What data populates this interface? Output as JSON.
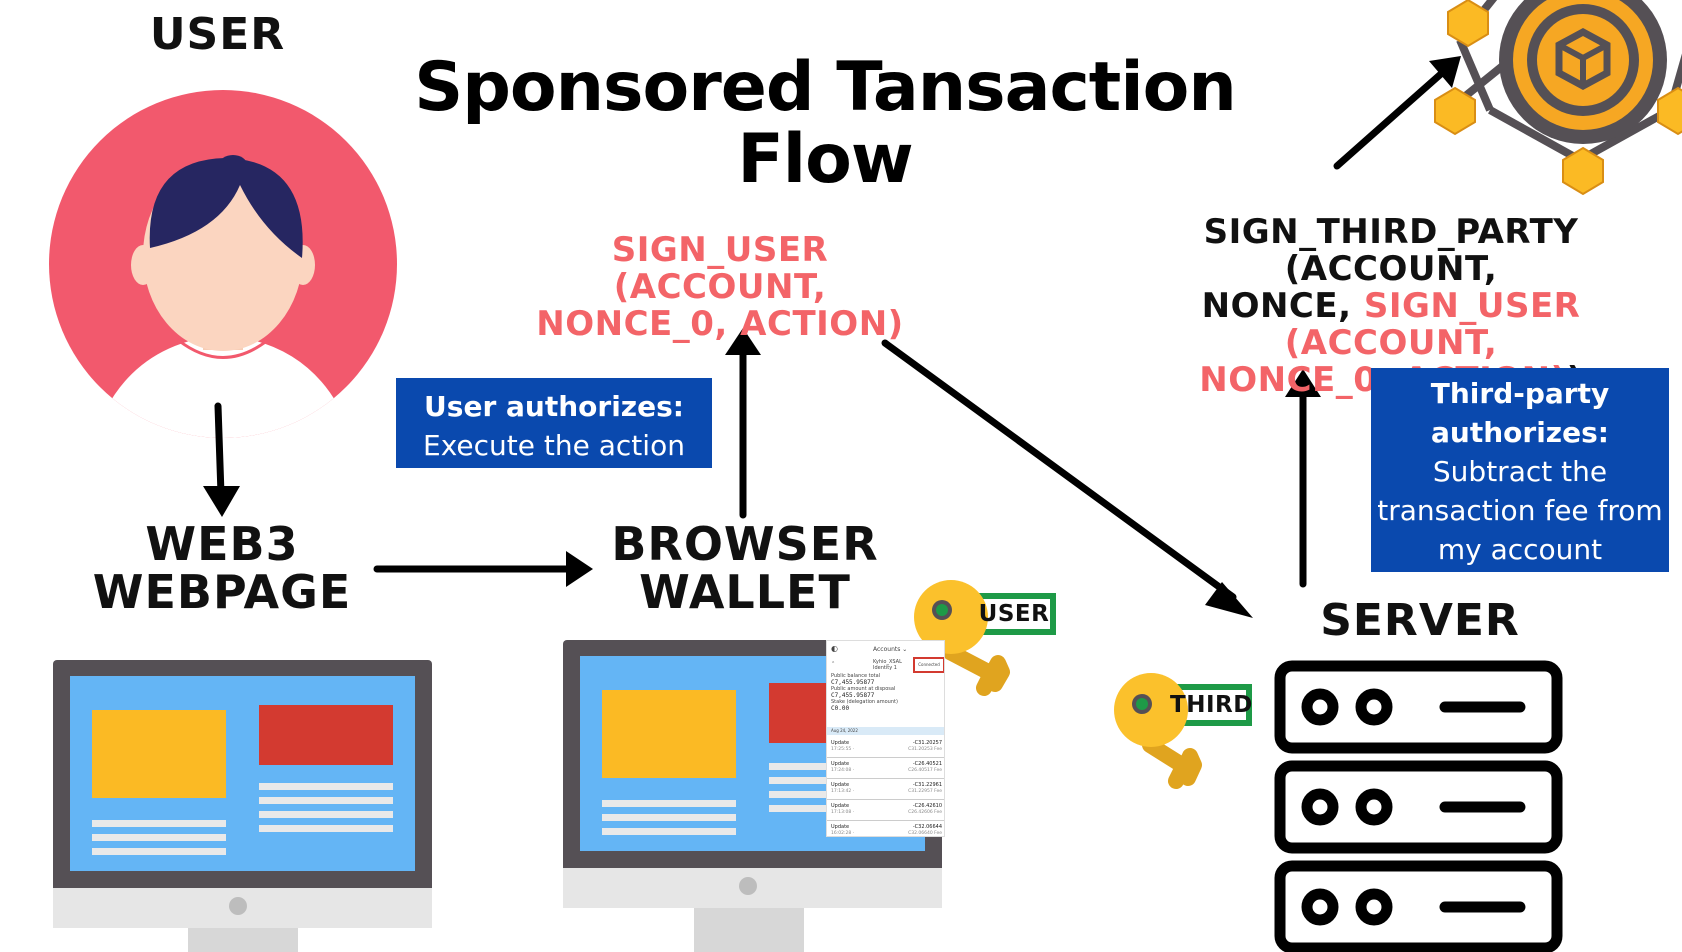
{
  "title_line1": "Sponsored Tansaction",
  "title_line2": "Flow",
  "nodes": {
    "user": "USER",
    "web3_line1": "WEB3",
    "web3_line2": "WEBPAGE",
    "wallet_line1": "BROWSER",
    "wallet_line2": "WALLET",
    "server": "SERVER"
  },
  "sign_user": {
    "line1": "SIGN_USER (ACCOUNT,",
    "line2": "NONCE_0, ACTION)"
  },
  "sign_third": {
    "l1": "SIGN_THIRD_PARTY (ACCOUNT,",
    "l2a": "NONCE, ",
    "l2b": "SIGN_USER (ACCOUNT,",
    "l3a": "NONCE_0, ACTION)",
    "l3b": ")"
  },
  "user_box": {
    "heading": "User authorizes:",
    "body": "Execute the action"
  },
  "third_box": {
    "h1": "Third-party",
    "h2": "authorizes:",
    "b1": "Subtract the",
    "b2": "transaction fee from",
    "b3": "my account"
  },
  "keys": {
    "user_tag": "USER",
    "third_tag": "THIRD"
  },
  "wallet_popup": {
    "header": "Accounts",
    "account": "Kyhio_XSAL",
    "sub": "Identity 1",
    "btn": "Connected",
    "bal1_label": "Public balance total",
    "bal1": "C7,455.95877",
    "bal2_label": "Public amount at disposal",
    "bal2": "C7,455.95877",
    "bal3_label": "Stake (delegation amount)",
    "bal3": "C0.00",
    "date": "Aug 24, 2022",
    "rows": [
      {
        "type": "Update",
        "time": "17:25:55 ·",
        "amt": "-C31.20257",
        "fee": "C31.20253 Fee"
      },
      {
        "type": "Update",
        "time": "17:24:08 ·",
        "amt": "-C26.40521",
        "fee": "C26.40517 Fee"
      },
      {
        "type": "Update",
        "time": "17:13:42 ·",
        "amt": "-C31.22961",
        "fee": "C31.22957 Fee"
      },
      {
        "type": "Update",
        "time": "17:13:08 ·",
        "amt": "-C26.42610",
        "fee": "C26.42606 Fee"
      },
      {
        "type": "Update",
        "time": "16:02:28 ·",
        "amt": "-C32.06644",
        "fee": "C32.06640 Fee"
      }
    ]
  },
  "colors": {
    "accent_red": "#f36468",
    "box_blue": "#0a49ae",
    "screen_blue": "#64b5f5",
    "monitor_frame": "#555055",
    "yellow": "#fbba24",
    "red_block": "#d33a30",
    "tag_green": "#1e9a47",
    "avatar_bg": "#f2596d",
    "chain_gold": "#f6a723"
  }
}
